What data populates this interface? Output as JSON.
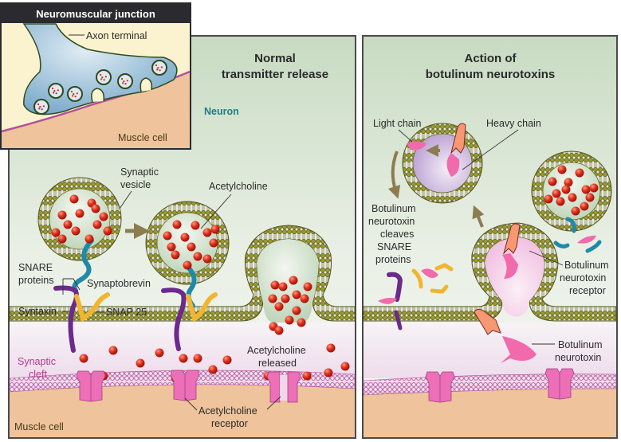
{
  "inset": {
    "title": "Neuromuscular junction",
    "axon_label": "Axon terminal",
    "muscle_label": "Muscle cell"
  },
  "left_panel": {
    "title_line1": "Normal",
    "title_line2": "transmitter release",
    "neuron_label": "Neuron",
    "synaptic_vesicle_line1": "Synaptic",
    "synaptic_vesicle_line2": "vesicle",
    "acetylcholine_label": "Acetylcholine",
    "snare_line1": "SNARE",
    "snare_line2": "proteins",
    "synaptobrevin_label": "Synaptobrevin",
    "syntaxin_label": "Syntaxin",
    "snap25_label": "SNAP 25",
    "synaptic_cleft_line1": "Synaptic",
    "synaptic_cleft_line2": "cleft",
    "ach_released_line1": "Acetylcholine",
    "ach_released_line2": "released",
    "ach_receptor_line1": "Acetylcholine",
    "ach_receptor_line2": "receptor",
    "muscle_label": "Muscle cell"
  },
  "right_panel": {
    "title_line1": "Action of",
    "title_line2": "botulinum neurotoxins",
    "light_chain_label": "Light chain",
    "heavy_chain_label": "Heavy chain",
    "cleaves_line1": "Botulinum",
    "cleaves_line2": "neurotoxin",
    "cleaves_line3": "cleaves",
    "cleaves_line4": "SNARE",
    "cleaves_line5": "proteins",
    "receptor_line1": "Botulinum",
    "receptor_line2": "neurotoxin",
    "receptor_line3": "receptor",
    "toxin_line1": "Botulinum",
    "toxin_line2": "neurotoxin"
  },
  "colors": {
    "panel_bg_top": "#c9dcc4",
    "panel_bg_bottom": "#f4f6f2",
    "cleft_bg": "#f3e6f1",
    "muscle_fill": "#efc39b",
    "membrane": "#6b6b1f",
    "muscle_membrane": "#b0509a",
    "acetylcholine": "#d8261a",
    "receptor": "#ec6fb8",
    "synaptobrevin": "#1f8aa8",
    "syntaxin": "#6b2a8c",
    "snap25": "#f2b530",
    "toxin_light": "#f06aac",
    "toxin_heavy": "#f59873",
    "arrow": "#8c7d50",
    "inset_header": "#2b2b2f",
    "inset_bg": "#fbf3cf",
    "axon_fill": "#7fb0cf"
  }
}
